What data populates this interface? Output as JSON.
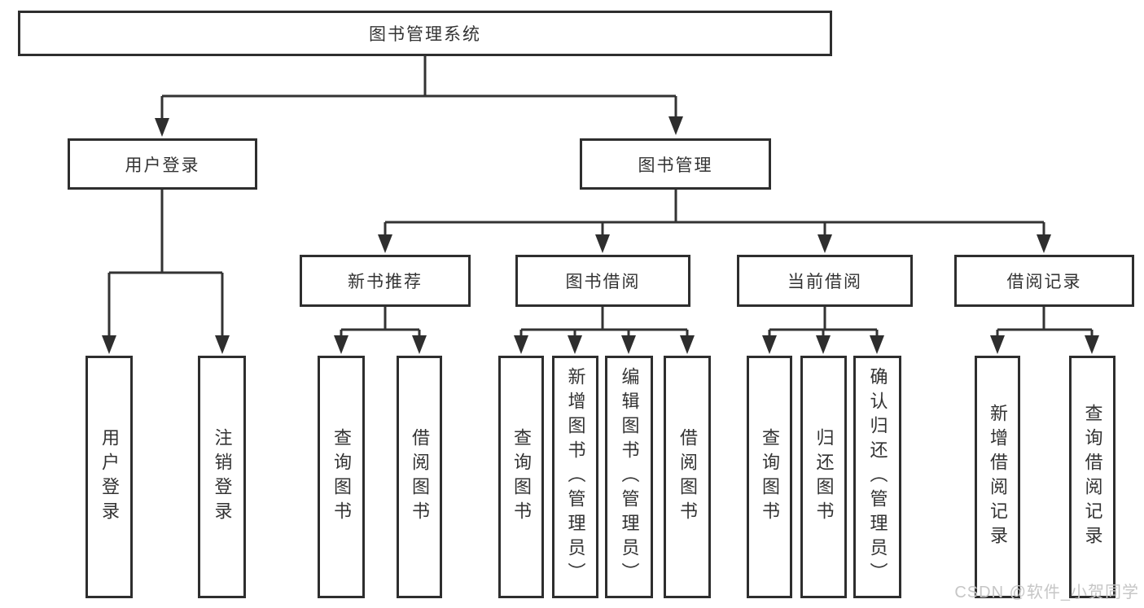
{
  "tree": {
    "root": {
      "label": "图书管理系统"
    },
    "branches": [
      {
        "label": "用户登录",
        "children": [
          {
            "label": "用户登录"
          },
          {
            "label": "注销登录"
          }
        ]
      },
      {
        "label": "图书管理",
        "children": [
          {
            "label": "新书推荐",
            "children": [
              {
                "label": "查询图书"
              },
              {
                "label": "借阅图书"
              }
            ]
          },
          {
            "label": "图书借阅",
            "children": [
              {
                "label": "查询图书"
              },
              {
                "label": "新增图书（管理员）"
              },
              {
                "label": "编辑图书（管理员）"
              },
              {
                "label": "借阅图书"
              }
            ]
          },
          {
            "label": "当前借阅",
            "children": [
              {
                "label": "查询图书"
              },
              {
                "label": "归还图书"
              },
              {
                "label": "确认归还（管理员）"
              }
            ]
          },
          {
            "label": "借阅记录",
            "children": [
              {
                "label": "新增借阅记录"
              },
              {
                "label": "查询借阅记录"
              }
            ]
          }
        ]
      }
    ]
  },
  "watermark": {
    "text": "CSDN @软件_小贺同学"
  },
  "colors": {
    "line": "#333333",
    "box_border": "#2e2e2e",
    "text": "#333333",
    "watermark": "#c6c6c6",
    "background": "#ffffff"
  }
}
